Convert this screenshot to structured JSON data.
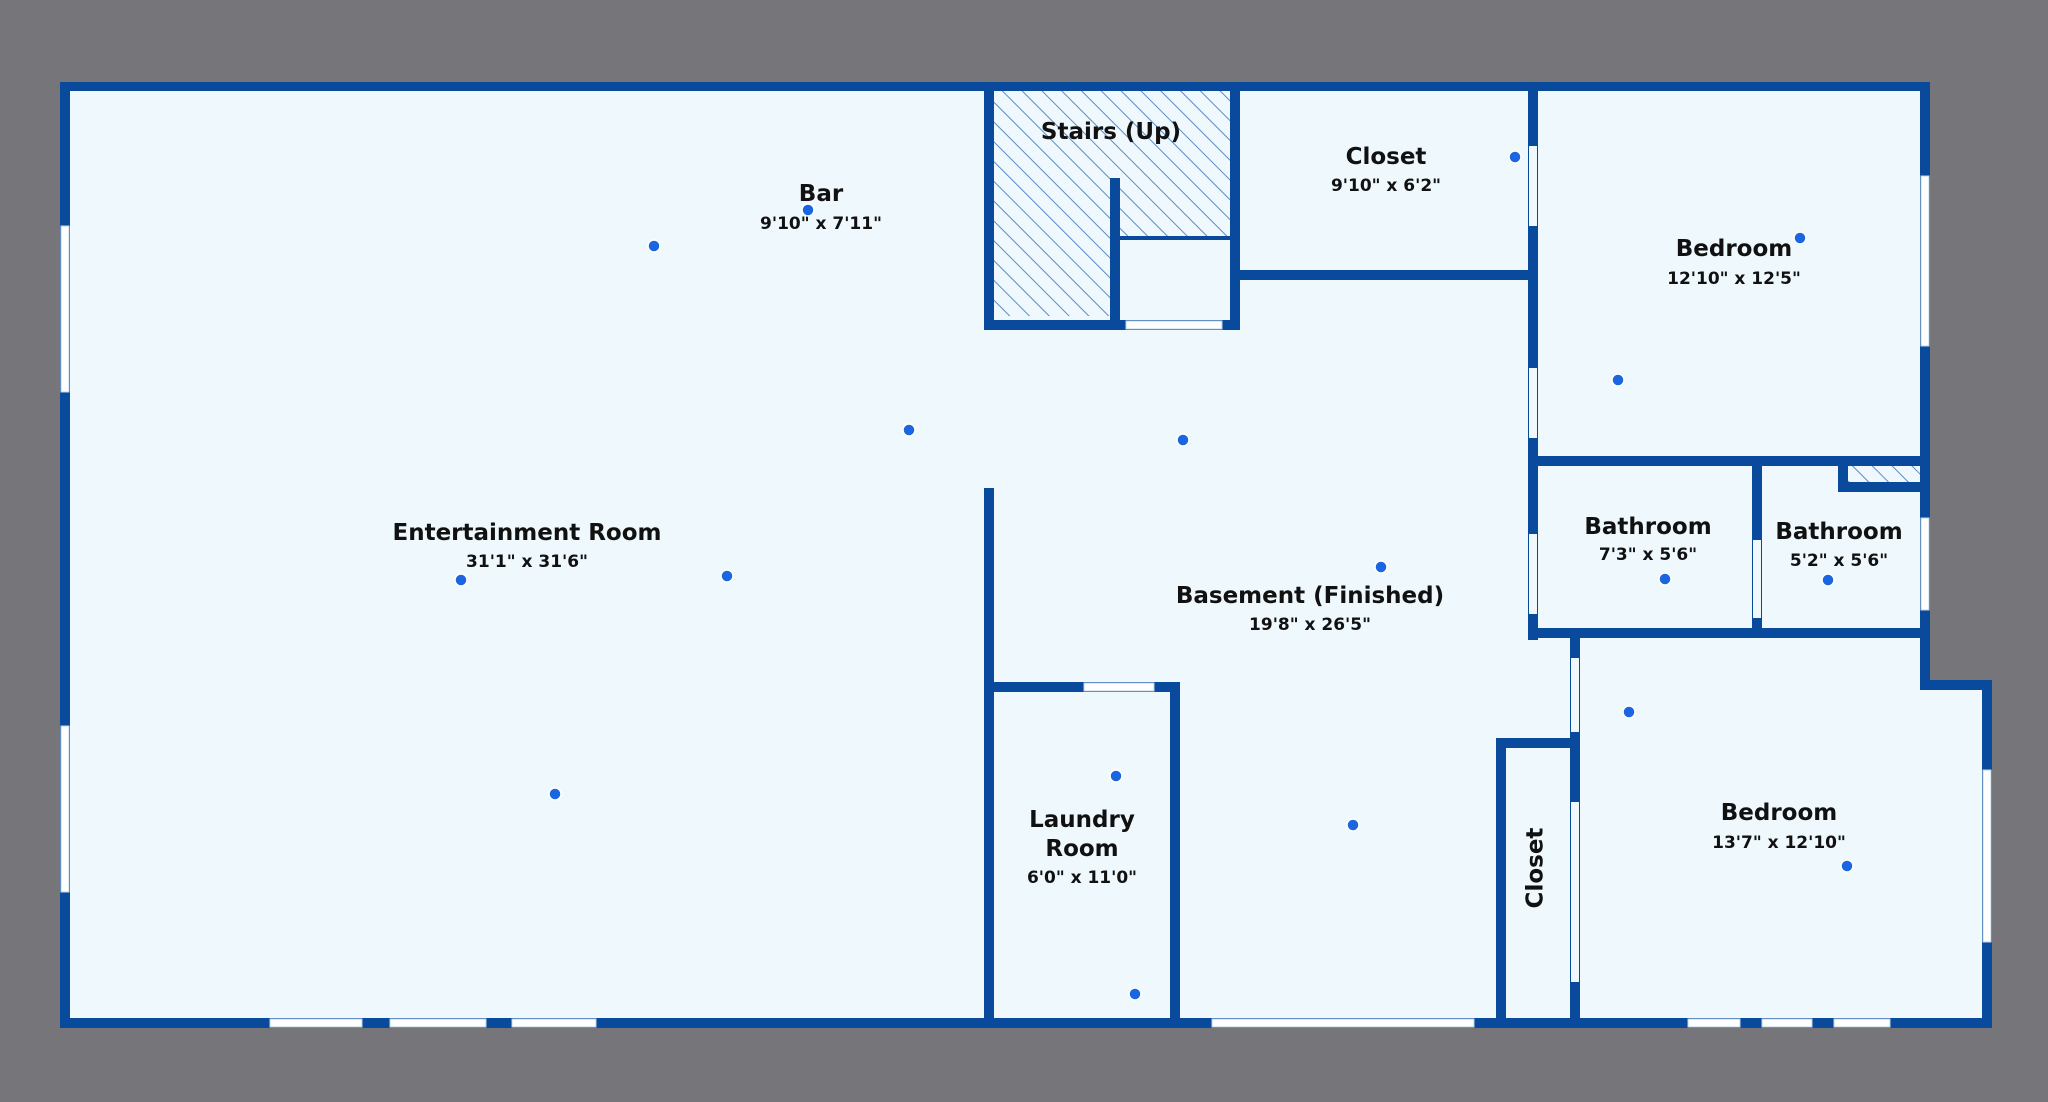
{
  "colors": {
    "background": "#75757a",
    "floor": "#eef8fd",
    "wall": "#0a4a9c",
    "marker": "#1a66e0",
    "text": "#111111"
  },
  "rooms": {
    "bar": {
      "name": "Bar",
      "dims": "9'10\" x 7'11\""
    },
    "stairs": {
      "name": "Stairs (Up)"
    },
    "closet_top": {
      "name": "Closet",
      "dims": "9'10\" x 6'2\""
    },
    "bedroom_top": {
      "name": "Bedroom",
      "dims": "12'10\" x 12'5\""
    },
    "entertainment": {
      "name": "Entertainment Room",
      "dims": "31'1\" x 31'6\""
    },
    "basement": {
      "name": "Basement (Finished)",
      "dims": "19'8\" x 26'5\""
    },
    "bathroom_1": {
      "name": "Bathroom",
      "dims": "7'3\" x 5'6\""
    },
    "bathroom_2": {
      "name": "Bathroom",
      "dims": "5'2\" x 5'6\""
    },
    "laundry": {
      "name_line1": "Laundry",
      "name_line2": "Room",
      "dims": "6'0\" x 11'0\""
    },
    "closet_side": {
      "name": "Closet"
    },
    "bedroom_bottom": {
      "name": "Bedroom",
      "dims": "13'7\" x 12'10\""
    }
  },
  "markers": {
    "icon": "photo-marker-dot",
    "count": 18
  }
}
